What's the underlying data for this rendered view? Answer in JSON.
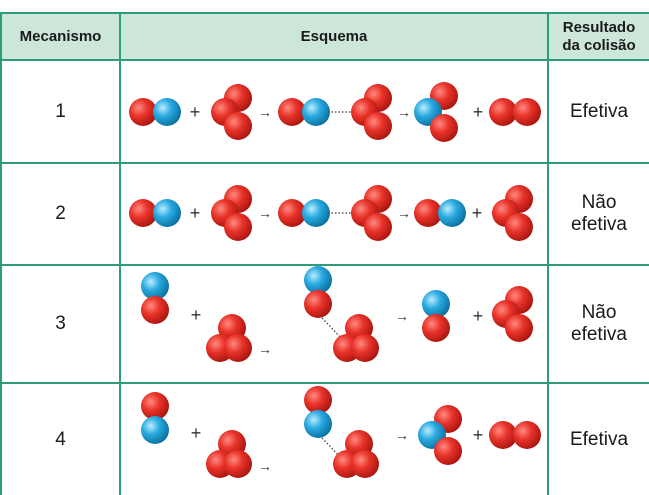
{
  "colors": {
    "line": "#2e9c78",
    "header_bg": "#cde6da",
    "oxygen_atom": "#e8332a",
    "other_atom": "#29a9e0"
  },
  "header": {
    "col1": "Mecanismo",
    "col2": "Esquema",
    "col3_line1": "Resultado",
    "col3_line2": "da colisão"
  },
  "symbols": {
    "plus": "+",
    "arrow": "→"
  },
  "rows": [
    {
      "number": "1",
      "result_line1": "Efetiva",
      "result_line2": ""
    },
    {
      "number": "2",
      "result_line1": "Não",
      "result_line2": "efetiva"
    },
    {
      "number": "3",
      "result_line1": "Não",
      "result_line2": "efetiva"
    },
    {
      "number": "4",
      "result_line1": "Efetiva",
      "result_line2": ""
    }
  ]
}
